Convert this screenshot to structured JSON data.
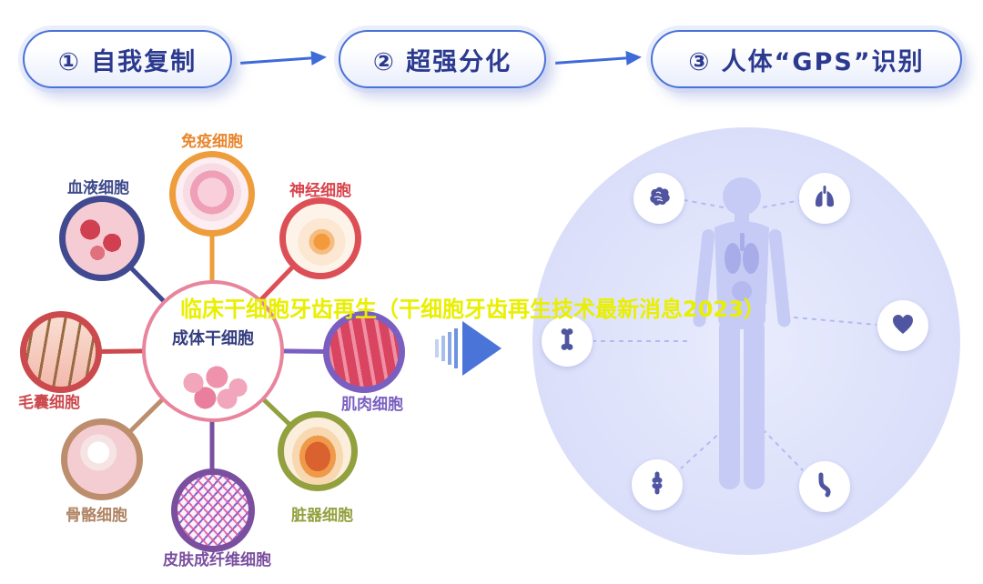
{
  "overlay_title": "临床干细胞牙齿再生（干细胞牙齿再生技术最新消息2023）",
  "overlay_title_color": "#e9ef00",
  "steps": {
    "items": [
      {
        "label": "① 自我复制"
      },
      {
        "label": "② 超强分化"
      },
      {
        "label": "③ 人体“GPS”识别"
      }
    ],
    "border_color": "#4a71d6",
    "text_color": "#2b3a8f",
    "arrow_color": "#3f6bd8"
  },
  "stem_diagram": {
    "center": {
      "label": "成体干细胞",
      "text_color": "#343d7e",
      "ring_color": "#e8849c"
    },
    "cells": [
      {
        "id": "immune",
        "label": "免疫细胞",
        "color": "#ee9d3c"
      },
      {
        "id": "nerve",
        "label": "神经细胞",
        "color": "#dd4f56"
      },
      {
        "id": "blood",
        "label": "血液细胞",
        "color": "#414a90"
      },
      {
        "id": "hair-follicle",
        "label": "毛囊细胞",
        "color": "#cc4a4e"
      },
      {
        "id": "muscle",
        "label": "肌肉细胞",
        "color": "#7a5fc0"
      },
      {
        "id": "bone",
        "label": "骨骼细胞",
        "color": "#bd8e6e"
      },
      {
        "id": "organ",
        "label": "脏器细胞",
        "color": "#93a03e"
      },
      {
        "id": "skin-fibroblast",
        "label": "皮肤成纤维细胞",
        "color": "#7a4fa0"
      }
    ]
  },
  "transition_arrow_color": "#4a74d8",
  "body_map": {
    "bg_color": "#dde1fa",
    "body_color": "#c6cbf5",
    "icon_color": "#4f55a0",
    "icons": [
      {
        "name": "brain-icon"
      },
      {
        "name": "lungs-icon"
      },
      {
        "name": "bone-icon"
      },
      {
        "name": "heart-icon"
      },
      {
        "name": "joint-icon"
      },
      {
        "name": "stomach-icon"
      }
    ]
  }
}
